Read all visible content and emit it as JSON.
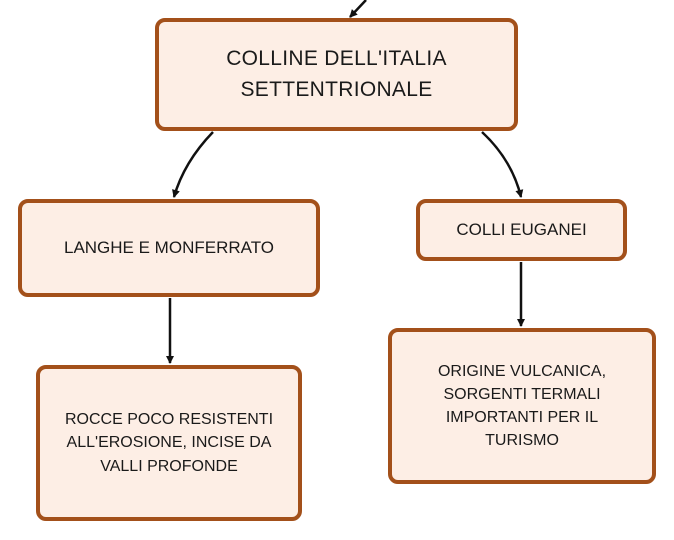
{
  "nodes": {
    "root": "COLLINE DELL'ITALIA\nSETTENTRIONALE",
    "langhe": "LANGHE E MONFERRATO",
    "euganei": "COLLI EUGANEI",
    "rocce": "ROCCE POCO RESISTENTI\nALL'EROSIONE, INCISE DA\nVALLI PROFONDE",
    "origine": "ORIGINE VULCANICA,\nSORGENTI TERMALI\nIMPORTANTI PER IL\nTURISMO"
  },
  "colors": {
    "node_fill": "#fdeee5",
    "node_border": "#a3501a",
    "connector": "#111111"
  }
}
